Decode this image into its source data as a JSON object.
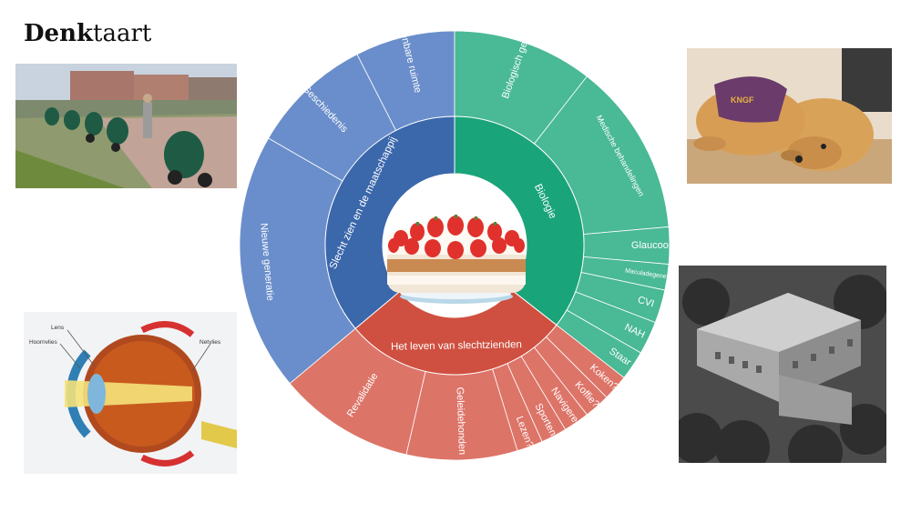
{
  "title": {
    "bold": "Denk",
    "rest": "taart"
  },
  "sunburst": {
    "inner": [
      {
        "label": "Slecht zien en de maatschappij",
        "color": "#3b67ab"
      },
      {
        "label": "Biologie",
        "color": "#1aa47a"
      },
      {
        "label": "Het leven van slechtzienden",
        "color": "#cf5040"
      }
    ],
    "outer": [
      {
        "label": "Openbare ruimte",
        "group": 0
      },
      {
        "label": "Geschiedenis",
        "group": 0
      },
      {
        "label": "Nieuwe generatie",
        "group": 0
      },
      {
        "label": "Biologisch gezien",
        "group": 1
      },
      {
        "label": "Medische behandelingen",
        "group": 1
      },
      {
        "label": "Glaucoom",
        "group": 1
      },
      {
        "label": "Maculadegeneratie",
        "group": 1
      },
      {
        "label": "CVI",
        "group": 1
      },
      {
        "label": "NAH",
        "group": 1
      },
      {
        "label": "Staar",
        "group": 1
      },
      {
        "label": "Koken?",
        "group": 2
      },
      {
        "label": "Koffie?",
        "group": 2
      },
      {
        "label": "Navigeren?",
        "group": 2
      },
      {
        "label": "Sporten?",
        "group": 2
      },
      {
        "label": "Lezen?",
        "group": 2
      },
      {
        "label": "Geleidehonden",
        "group": 2
      },
      {
        "label": "Revalidatie",
        "group": 2
      }
    ],
    "outer_colors": [
      "#6a8ecb",
      "#4ab995",
      "#dd7468"
    ],
    "center_image": "strawberry-cake"
  },
  "photos": [
    {
      "subject": "scooters-on-sidewalk"
    },
    {
      "subject": "guide-dog"
    },
    {
      "subject": "eye-anatomy",
      "labels": [
        "Lens",
        "Hoornvlies",
        "Netvlies"
      ]
    },
    {
      "subject": "institution-building-aerial"
    }
  ]
}
